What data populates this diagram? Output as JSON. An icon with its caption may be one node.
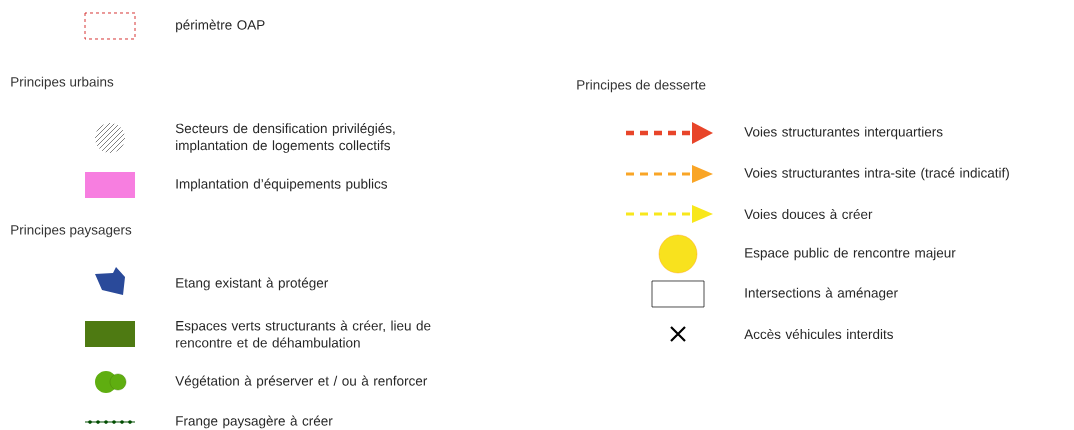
{
  "diagram": {
    "labels": [
      "Principes urbains",
      "Principes paysagers",
      "Principes de desserte"
    ],
    "legend": [
      {
        "text": "périmètre OAP"
      },
      {
        "text": "Secteurs de densification privilégiés, implantation de logements collectifs"
      },
      {
        "text": "Implantation d’équipements publics",
        "color": "#f77ee0"
      },
      {
        "text": "Etang existant à protéger",
        "color": "#2a4a9a"
      },
      {
        "text": "Espaces verts structurants à créer, lieu de rencontre et de déhambulation",
        "color": "#4e7a12"
      },
      {
        "text": "Végétation à préserver et / ou à renforcer",
        "color": "#5fae10"
      },
      {
        "text": "Frange paysagère à créer"
      },
      {
        "text": "Voies structurantes interquartiers"
      },
      {
        "text": "Voies structurantes intra-site (tracé indicatif)"
      },
      {
        "text": "Voies douces à créer"
      },
      {
        "text": "Espace public de rencontre majeur",
        "color": "#f8e21e"
      },
      {
        "text": "Intersections à aménager"
      },
      {
        "text": "Accès véhicules interdits"
      }
    ]
  }
}
